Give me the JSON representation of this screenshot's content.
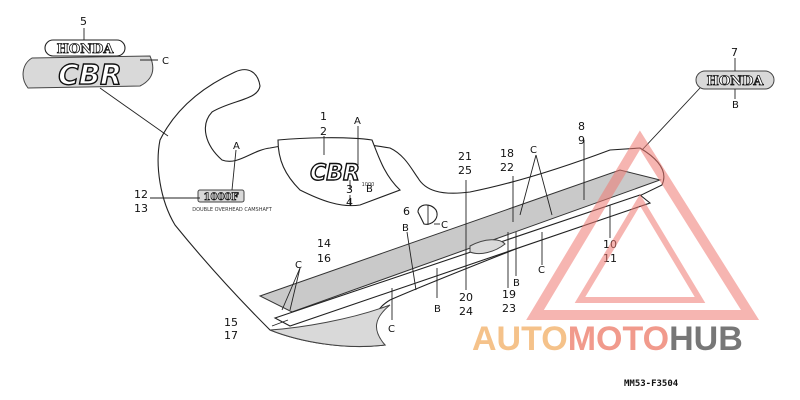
{
  "emblems": {
    "honda_top": "HONDA",
    "cbr_big": "CBR",
    "honda_right": "HONDA",
    "cbr_side": "CBR",
    "emblem_1000": "1000F",
    "small_caption_1000": "DOUBLE OVERHEAD CAMSHAFT",
    "small_caption_cbr": "1000"
  },
  "callouts": {
    "n5": "5",
    "n7": "7",
    "n1": "1",
    "n2": "2",
    "n3": "3",
    "n4": "4",
    "n6": "6",
    "n8": "8",
    "n9": "9",
    "n10": "10",
    "n11": "11",
    "n12": "12",
    "n13": "13",
    "n14": "14",
    "n15": "15",
    "n16": "16",
    "n17": "17",
    "n18": "18",
    "n19": "19",
    "n20": "20",
    "n21": "21",
    "n22": "22",
    "n23": "23",
    "n24": "24",
    "n25": "25"
  },
  "letters": {
    "c_top": "C",
    "b_right": "B",
    "a_top": "A",
    "b_mid": "B",
    "c_six": "C",
    "a_left": "A",
    "b_left": "B",
    "c_left": "C",
    "c_mid_top": "C",
    "c_mid_right": "C",
    "b_19": "B",
    "b_20": "B",
    "c_bottom": "C"
  },
  "diagram_code": "MM53-F3504",
  "watermark": {
    "part1": "AUTO",
    "part2": "MOTO",
    "part3": "HUB",
    "color1": "#f5c28a",
    "color2": "#f19a8c",
    "color3": "#777777",
    "triangle_color": "#f07a72"
  }
}
